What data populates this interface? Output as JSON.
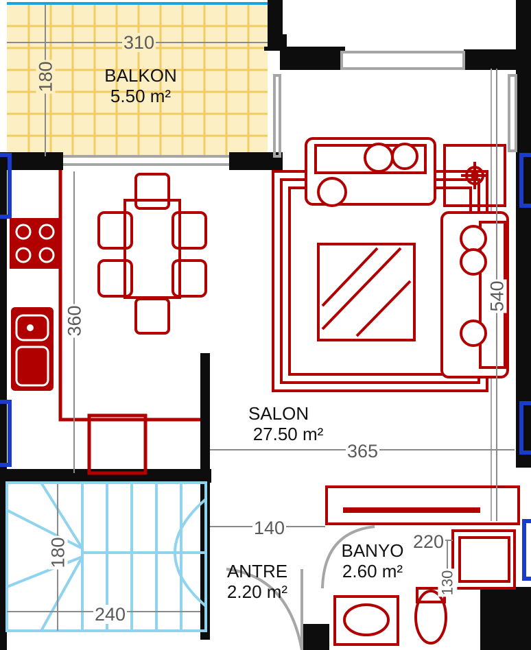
{
  "colors": {
    "wall": "#0d0d0d",
    "furniture": "#b00000",
    "stairs": "#8fd3ef",
    "balcony_tile_bg": "#fcefc4",
    "balcony_tile_line": "#f2cc62",
    "window": "#1a3ccc",
    "dimension_line": "#8a8a8a"
  },
  "rooms": {
    "balkon": {
      "name": "BALKON",
      "area": "5.50 m²"
    },
    "salon": {
      "name": "SALON",
      "area": "27.50 m²"
    },
    "banyo": {
      "name": "BANYO",
      "area": "2.60 m²"
    },
    "antre": {
      "name": "ANTRE",
      "area": "2.20 m²"
    }
  },
  "dimensions": {
    "balkon_width": "310",
    "balkon_depth": "180",
    "kitchen_length": "360",
    "salon_width": "365",
    "salon_length": "540",
    "antre_width": "140",
    "banyo_width": "220",
    "banyo_depth": "130",
    "stair_width": "240",
    "stair_depth": "180"
  },
  "icons": [
    "stove-icon",
    "sink-icon",
    "wc-icon",
    "washbasin-icon",
    "shower-icon",
    "fireplace-icon"
  ]
}
